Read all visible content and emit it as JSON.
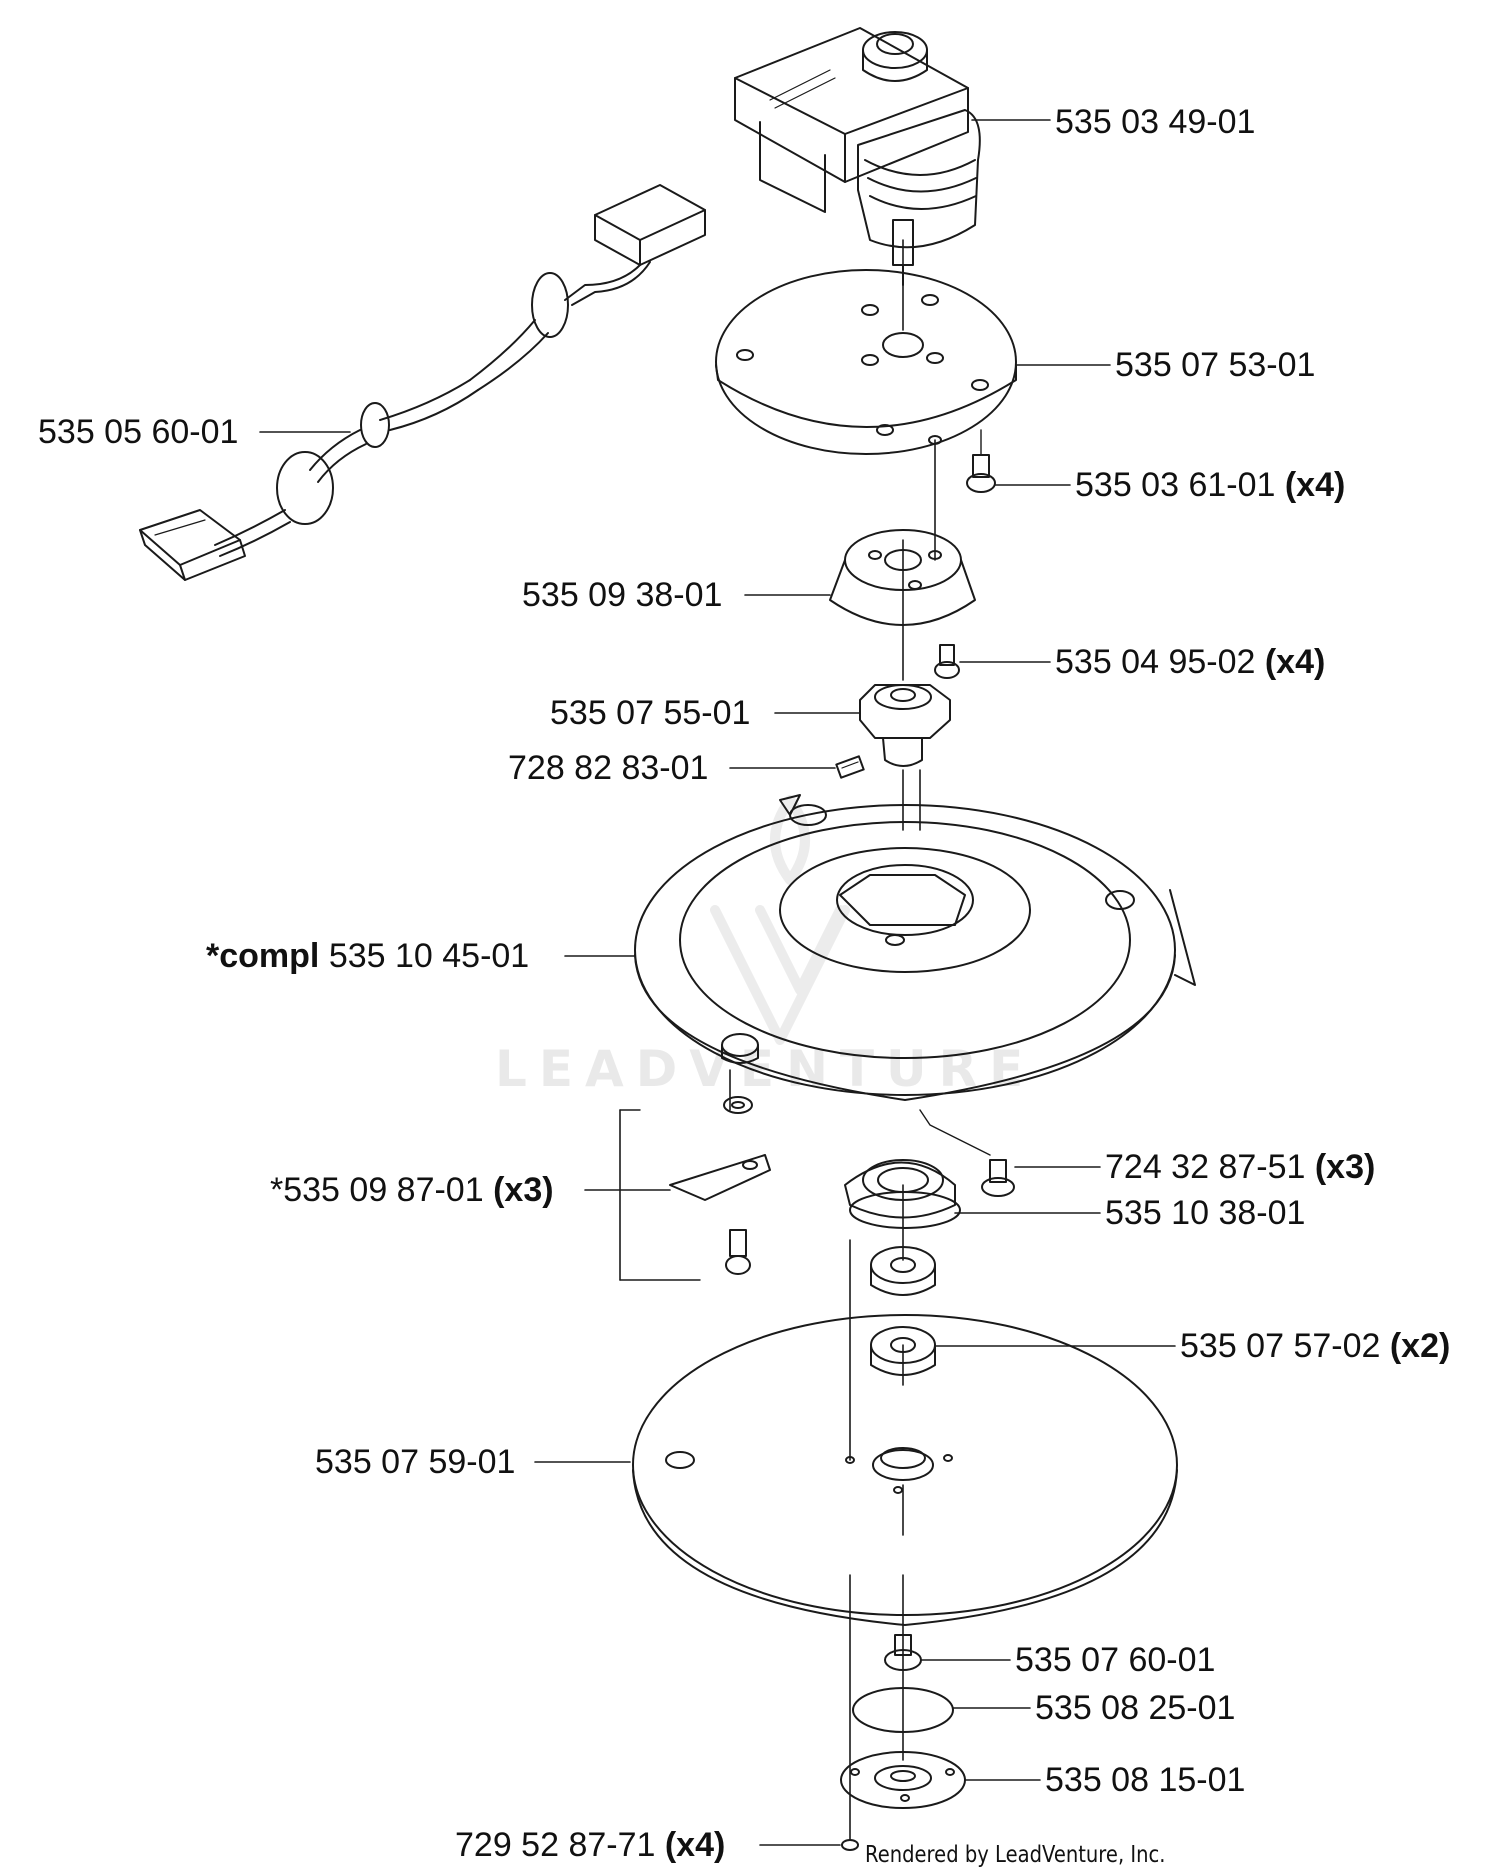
{
  "watermark": "LEADVENTURE",
  "credit": "Rendered by LeadVenture, Inc.",
  "callouts": [
    {
      "id": "motor",
      "part": "535 03 49-01",
      "qty": ""
    },
    {
      "id": "top-plate",
      "part": "535 07 53-01",
      "qty": ""
    },
    {
      "id": "cable",
      "part": "535 05 60-01",
      "qty": ""
    },
    {
      "id": "plate-screw",
      "part": "535 03 61-01",
      "qty": "(x4)"
    },
    {
      "id": "adapter",
      "part": "535 09 38-01",
      "qty": ""
    },
    {
      "id": "adapter-screw",
      "part": "535 04 95-02",
      "qty": "(x4)"
    },
    {
      "id": "hub",
      "part": "535 07 55-01",
      "qty": ""
    },
    {
      "id": "set-screw",
      "part": "728 82 83-01",
      "qty": ""
    },
    {
      "id": "blade-disc",
      "prefix": "*compl",
      "part": "535 10 45-01",
      "qty": ""
    },
    {
      "id": "disc-screw",
      "part": "724 32 87-51",
      "qty": "(x3)"
    },
    {
      "id": "blade",
      "part": "*535 09 87-01",
      "qty": "(x3)"
    },
    {
      "id": "bearing-housing",
      "part": "535 10 38-01",
      "qty": ""
    },
    {
      "id": "bearing",
      "part": "535 07 57-02",
      "qty": "(x2)"
    },
    {
      "id": "skid-plate",
      "part": "535 07 59-01",
      "qty": ""
    },
    {
      "id": "center-screw",
      "part": "535 07 60-01",
      "qty": ""
    },
    {
      "id": "washer",
      "part": "535 08 25-01",
      "qty": ""
    },
    {
      "id": "bottom-cap",
      "part": "535 08 15-01",
      "qty": ""
    },
    {
      "id": "cap-screw",
      "part": "729 52 87-71",
      "qty": "(x4)"
    }
  ]
}
